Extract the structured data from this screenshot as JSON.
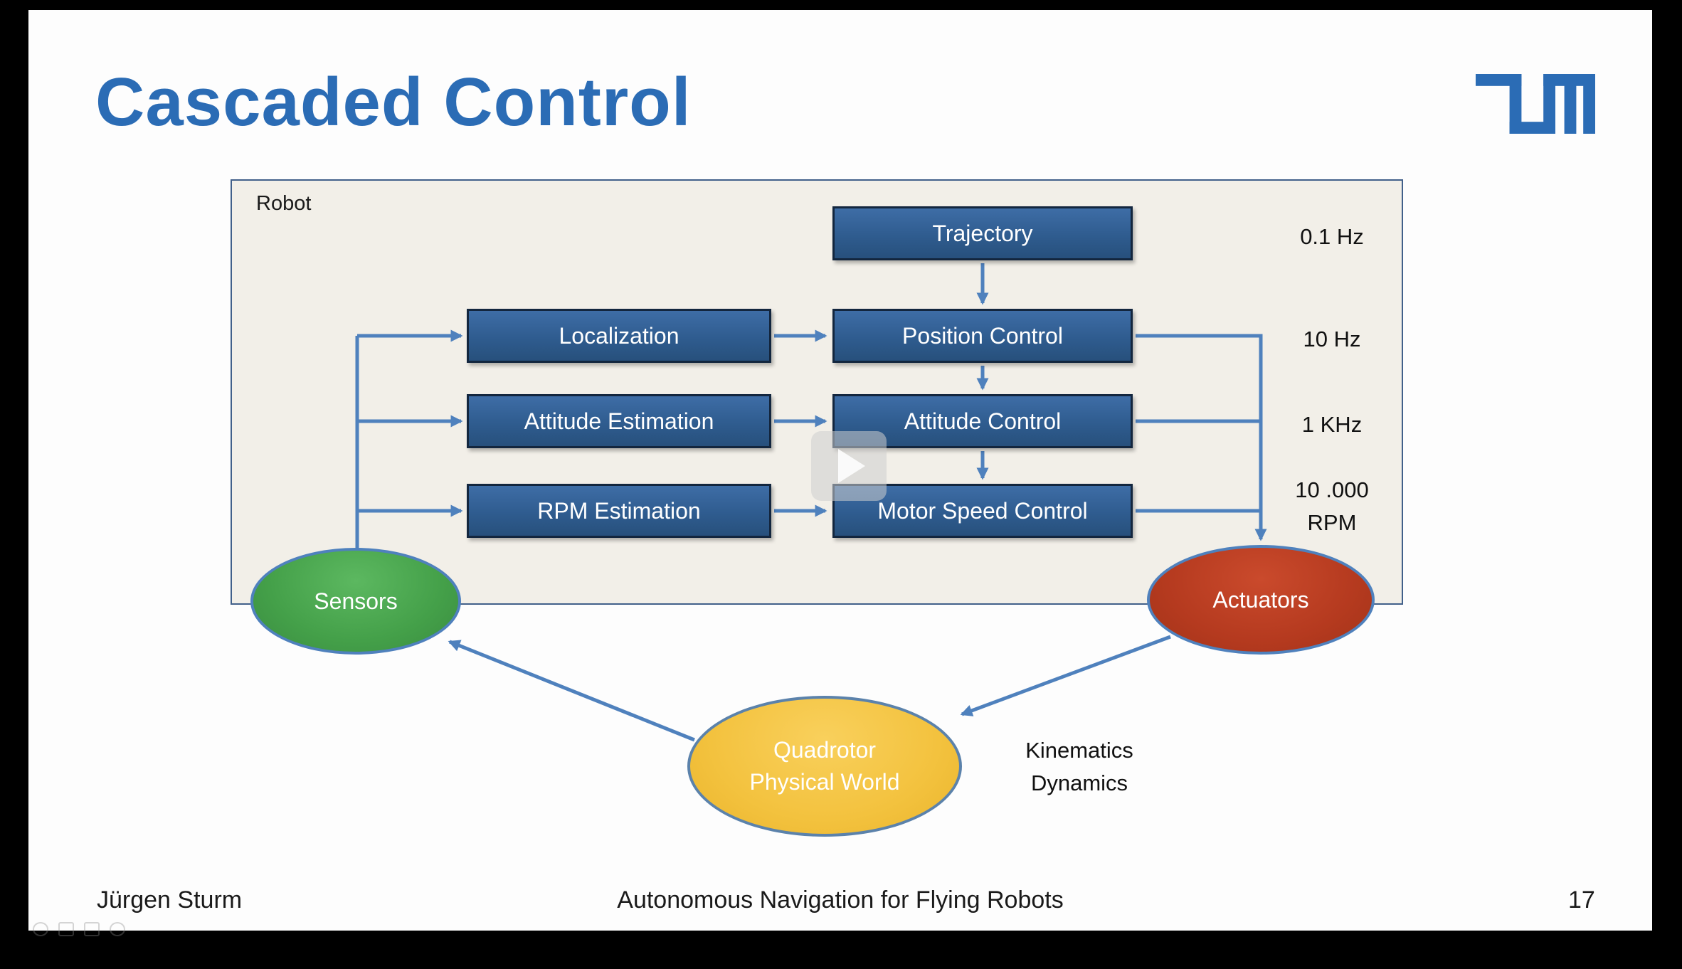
{
  "slide": {
    "title": "Cascaded Control",
    "footer": {
      "author": "Jürgen Sturm",
      "course_title": "Autonomous Navigation for Flying Robots",
      "page_number": "17"
    }
  },
  "logo": {
    "name": "tum-logo",
    "color": "#2b6cb5"
  },
  "diagram": {
    "container_label": "Robot",
    "boxes": {
      "trajectory": "Trajectory",
      "localization": "Localization",
      "position_control": "Position Control",
      "attitude_estimation": "Attitude Estimation",
      "attitude_control": "Attitude Control",
      "rpm_estimation": "RPM Estimation",
      "motor_speed_control": "Motor Speed Control"
    },
    "rates": {
      "trajectory": "0.1 Hz",
      "position_control": "10 Hz",
      "attitude_control": "1 KHz",
      "motor_speed_line1": "10 .000",
      "motor_speed_line2": "RPM"
    },
    "nodes": {
      "sensors": "Sensors",
      "actuators": "Actuators",
      "quadrotor_line1": "Quadrotor",
      "quadrotor_line2": "Physical World"
    },
    "annotation": {
      "line1": "Kinematics",
      "line2": "Dynamics"
    },
    "colors": {
      "box_fill": "#2f5c8f",
      "box_border": "#13263e",
      "arrow": "#4f81bd",
      "sensors_fill": "#44a049",
      "actuators_fill": "#b53a1f",
      "quadrotor_fill": "#f3c23e",
      "container_fill": "#f2efe8",
      "accent_blue": "#2b6cb5"
    }
  }
}
